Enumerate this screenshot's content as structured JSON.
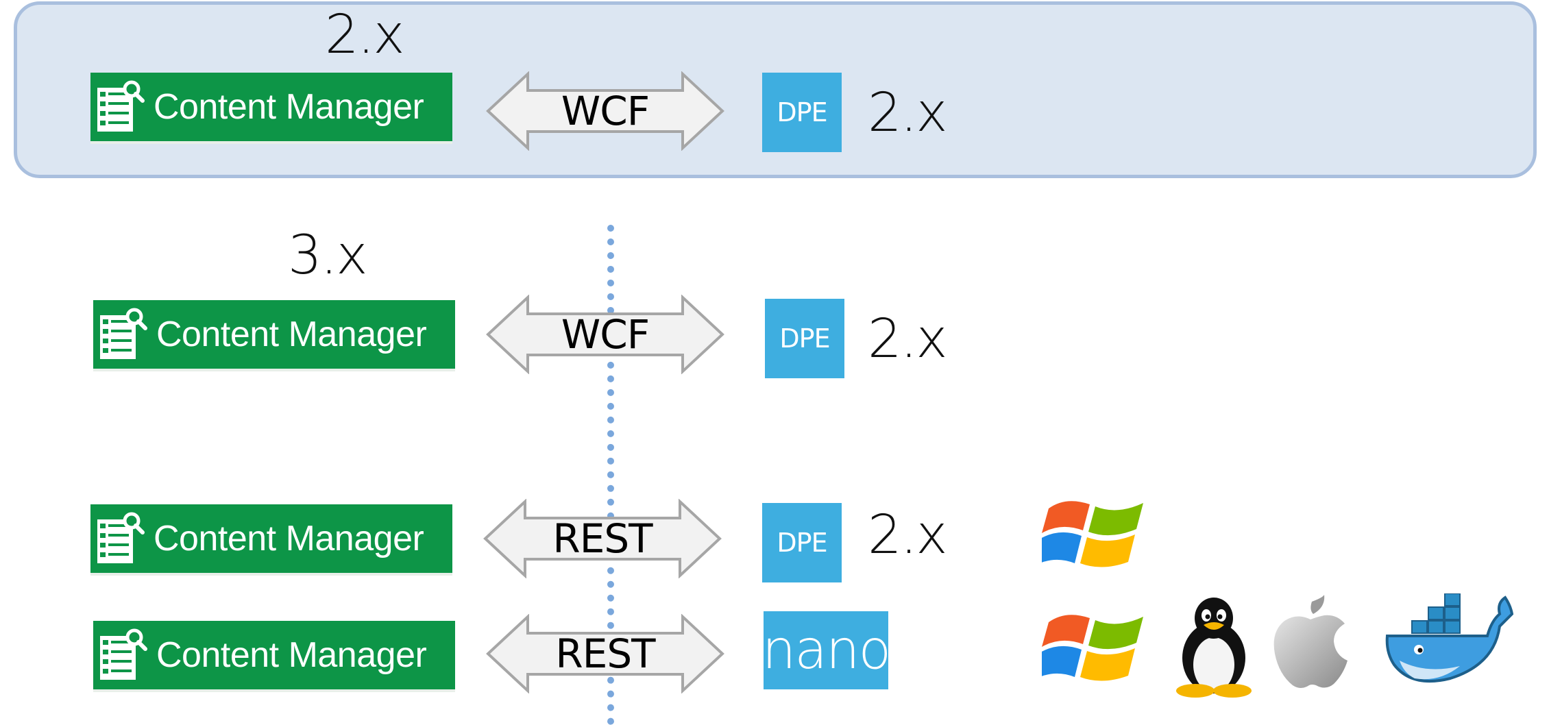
{
  "top_panel": {
    "cm_version": "2.x",
    "content_manager_label": "Content Manager",
    "protocol": "WCF",
    "backend_label": "DPE",
    "backend_version": "2.x"
  },
  "row2": {
    "cm_version": "3.x",
    "content_manager_label": "Content Manager",
    "protocol": "WCF",
    "backend_label": "DPE",
    "backend_version": "2.x"
  },
  "row3": {
    "content_manager_label": "Content Manager",
    "protocol": "REST",
    "backend_label": "DPE",
    "backend_version": "2.x",
    "platform_icons": [
      "windows-icon"
    ]
  },
  "row4": {
    "content_manager_label": "Content Manager",
    "protocol": "REST",
    "backend_label": "nano",
    "platform_icons": [
      "windows-icon",
      "linux-tux-icon",
      "apple-icon",
      "docker-whale-icon"
    ]
  },
  "colors": {
    "content_manager_green": "#0d9547",
    "dpe_blue": "#3eaee0",
    "panel_fill": "#dce6f2",
    "panel_border": "#a9bfde",
    "divider": "#7aa7dc",
    "arrow_fill": "#f2f2f2",
    "arrow_stroke": "#a6a6a6"
  }
}
